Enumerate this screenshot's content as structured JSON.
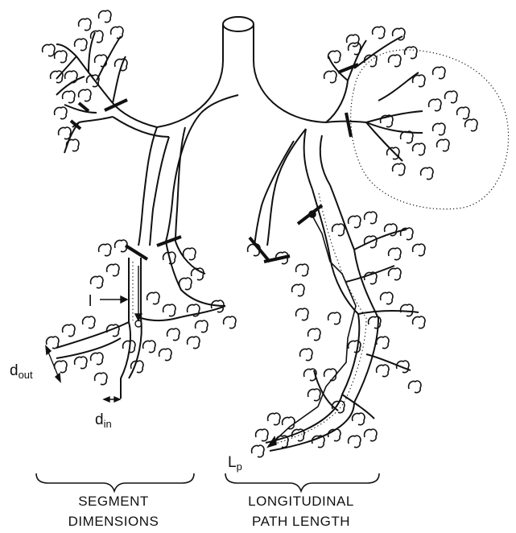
{
  "colors": {
    "ink": "#111111",
    "background": "#ffffff"
  },
  "labels": {
    "l": "l",
    "d_out_main": "d",
    "d_out_sub": "out",
    "d_in_main": "d",
    "d_in_sub": "in",
    "lp_main": "L",
    "lp_sub": "p"
  },
  "captions": {
    "left_line1": "SEGMENT",
    "left_line2": "DIMENSIONS",
    "right_line1": "LONGITUDINAL",
    "right_line2": "PATH LENGTH"
  }
}
